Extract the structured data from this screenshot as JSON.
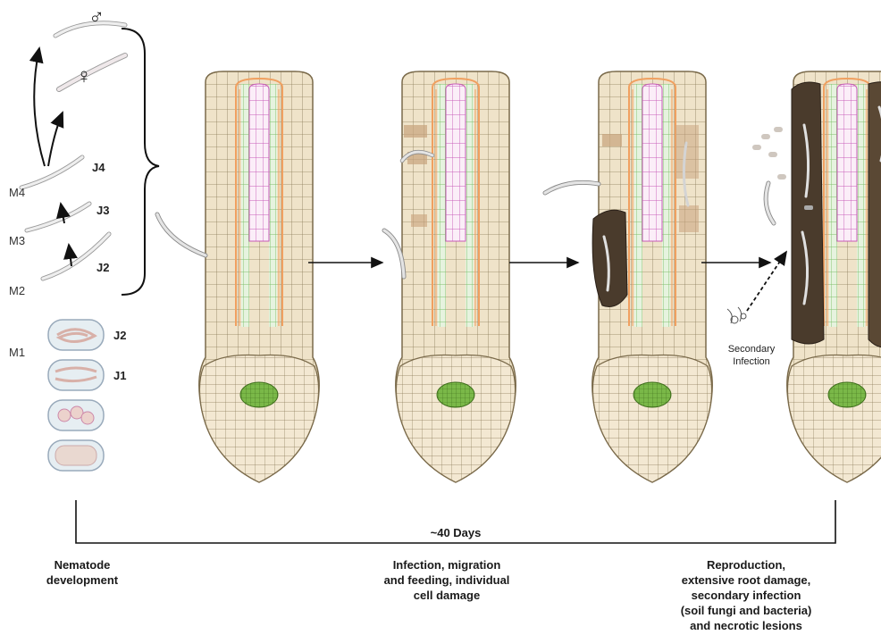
{
  "stage_labels": {
    "m4": "M4",
    "m3": "M3",
    "m2": "M2",
    "m1": "M1"
  },
  "juvenile_labels": {
    "j4": "J4",
    "j3": "J3",
    "j2_adult": "J2",
    "j2_egg": "J2",
    "j1": "J1"
  },
  "sex_symbols": {
    "male": "♂",
    "female": "♀"
  },
  "timeline": {
    "duration": "~40 Days"
  },
  "captions": {
    "left": [
      "Nematode",
      "development"
    ],
    "middle": [
      "Infection, migration",
      "and feeding, individual",
      "cell damage"
    ],
    "right": [
      "Reproduction,",
      "extensive root damage,",
      "secondary infection",
      "(soil fungi and bacteria)",
      "and necrotic lesions"
    ]
  },
  "secondary_infection": [
    "Secondary",
    "Infection"
  ],
  "colors": {
    "cortex": "#efe3c9",
    "cortex_outline": "#7a6a4a",
    "endodermis": "#f0a060",
    "pericycle_green": "#7fbf6a",
    "xylem_pink": "#c75ab8",
    "meristem_green": "#6aa436",
    "lesion": "#4a3b2c",
    "nematode": "#d9d9d9"
  },
  "roots": [
    {
      "stage": "healthy-entry"
    },
    {
      "stage": "migration-feeding"
    },
    {
      "stage": "lesion-forming"
    },
    {
      "stage": "extensive-damage"
    }
  ]
}
